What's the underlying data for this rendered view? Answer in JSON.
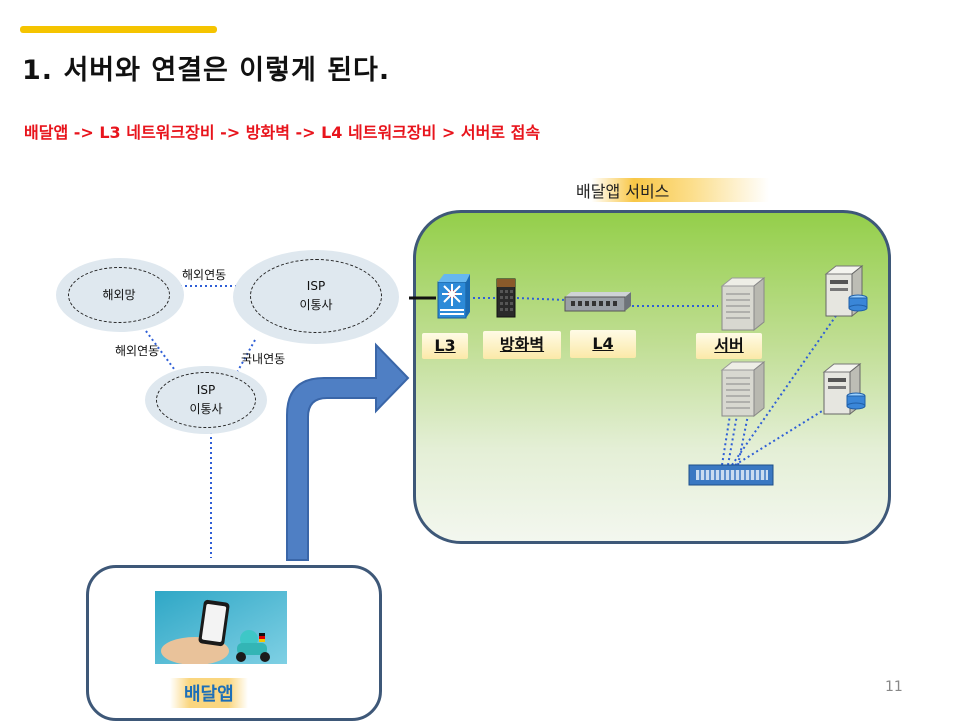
{
  "slide": {
    "title": "1. 서버와 연결은 이렇게 된다.",
    "flow": "배달앱 -> L3 네트워크장비 -> 방화벽 -> L4 네트워크장비 > 서버로 접속",
    "page_number": "11"
  },
  "diagram": {
    "service_label": "배달앱 서비스",
    "nodes": {
      "overseas_net": "해외망",
      "isp_top_line1": "ISP",
      "isp_top_line2": "이통사",
      "isp_bottom_line1": "ISP",
      "isp_bottom_line2": "이통사"
    },
    "links": {
      "overseas_top": "해외연동",
      "overseas_left": "해외연동",
      "domestic": "국내연동"
    },
    "devices": {
      "l3": "L3",
      "firewall": "방화벽",
      "l4": "L4",
      "server": "서버"
    },
    "app_label": "배달앱",
    "colors": {
      "title_accent": "#f5c400",
      "flow_text": "#e8141c",
      "panel_border": "#3e5878",
      "panel_green": "#94cf4a",
      "arrow_blue": "#4f7fc4",
      "link_blue": "#2f5fd6",
      "app_label": "#1d6fb8"
    }
  }
}
